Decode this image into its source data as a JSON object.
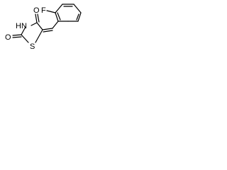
{
  "structure": {
    "atom_labels": {
      "fluorine": "F",
      "nitrogen_h": "HN",
      "sulfur": "S",
      "oxygen_top": "O",
      "oxygen_left": "O"
    },
    "colors": {
      "bond": "#000000",
      "label": "#000000",
      "background": "#ffffff"
    }
  }
}
